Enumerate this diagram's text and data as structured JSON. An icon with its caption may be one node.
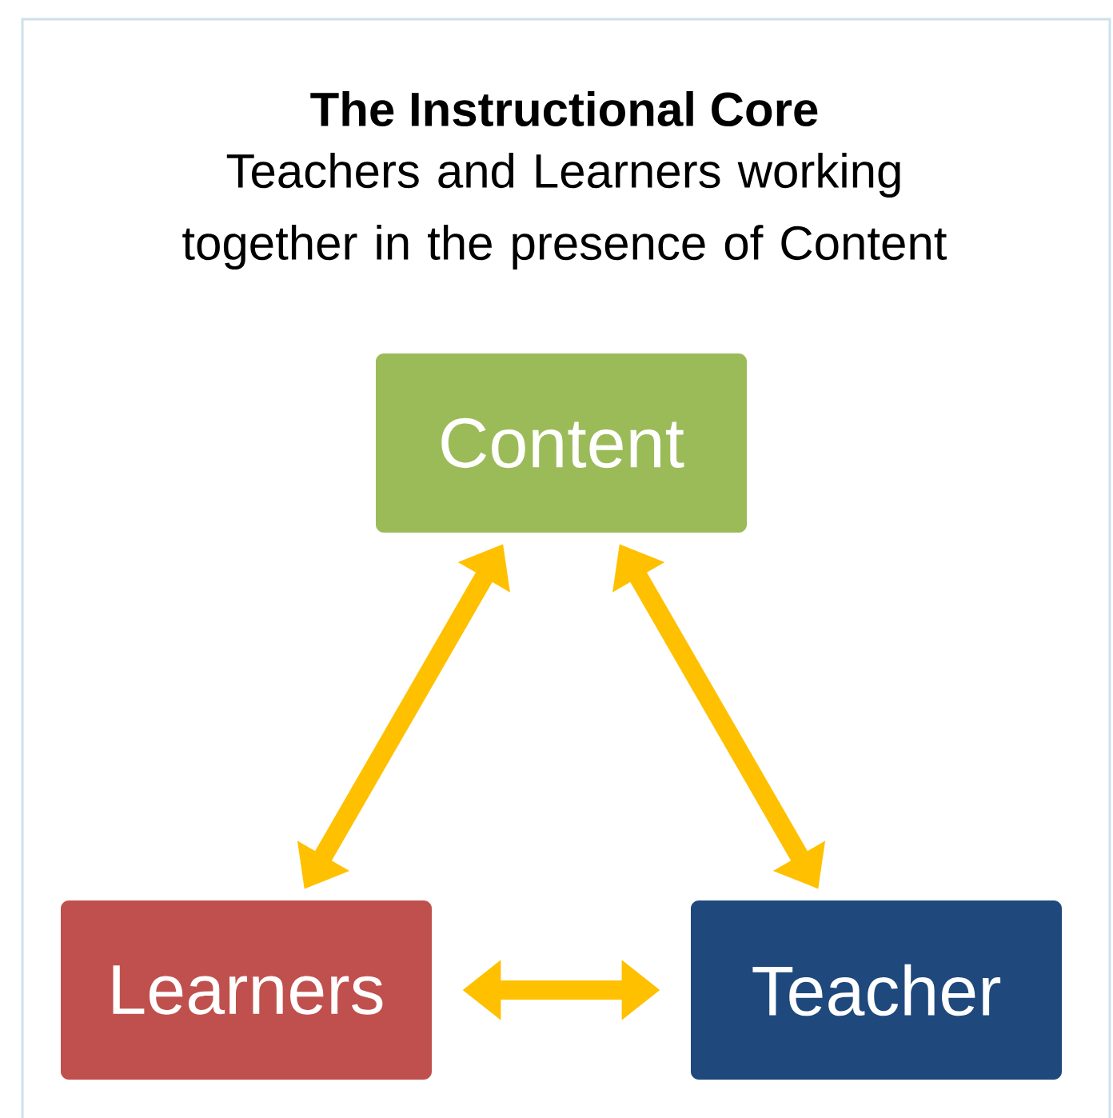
{
  "diagram": {
    "title": "The Instructional Core",
    "nodes": [
      {
        "text": [
          "Content"
        ]
      },
      {
        "text": [
          "Learners"
        ]
      },
      {
        "text": [
          "Teacher"
        ]
      }
    ],
    "edges": [
      {
        "from": 0,
        "to": 1,
        "arrow": "both"
      },
      {
        "from": 0,
        "to": 2,
        "arrow": "both"
      },
      {
        "from": 1,
        "to": 2,
        "arrow": "both"
      }
    ],
    "labels": [
      "Teachers and Learners working together in the presence of Content"
    ]
  }
}
